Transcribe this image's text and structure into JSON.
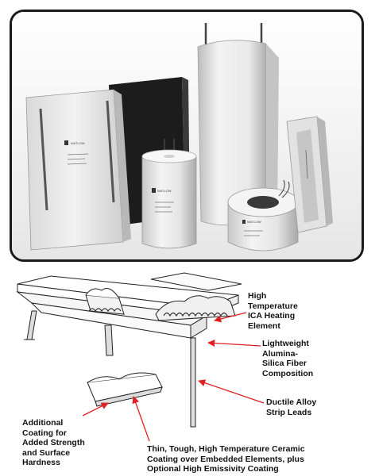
{
  "photo": {
    "product_text": {
      "panel_brand": "WATLOW",
      "cylinder_brand": "WATLOW",
      "ring_brand": "WATLOW"
    }
  },
  "callouts": [
    {
      "id": "ica",
      "text": "High\nTemperature\nICA Heating\nElement"
    },
    {
      "id": "fiber",
      "text": "Lightweight\nAlumina-\nSilica Fiber\nComposition"
    },
    {
      "id": "leads",
      "text": "Ductile Alloy\nStrip Leads"
    },
    {
      "id": "coating",
      "text": "Additional\nCoating for\nAdded Strength\nand Surface\nHardness"
    },
    {
      "id": "ceramic",
      "text": "Thin, Tough, High Temperature Ceramic\nCoating over Embedded Elements, plus\nOptional High Emissivity Coating"
    }
  ],
  "colors": {
    "arrow": "#e02020",
    "frame": "#1a1a1a",
    "panel_dark": "#1c1c1c",
    "ceramic_light": "#eeeeee"
  }
}
